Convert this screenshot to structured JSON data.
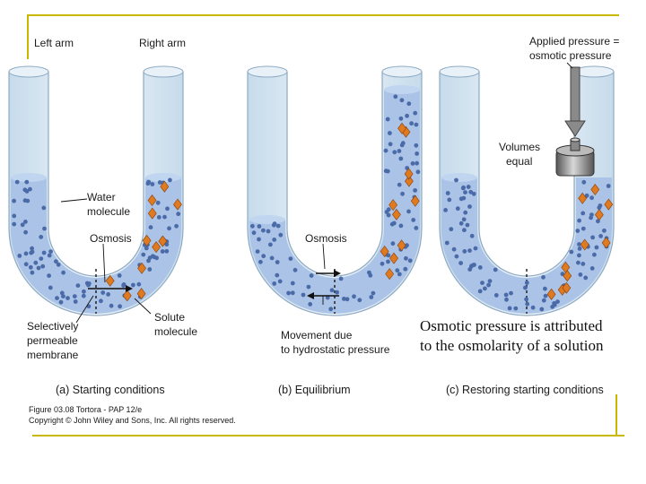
{
  "labels": {
    "left_arm": "Left arm",
    "right_arm": "Right arm",
    "applied_pressure_1": "Applied pressure =",
    "applied_pressure_2": "osmotic pressure",
    "volumes_equal_1": "Volumes",
    "volumes_equal_2": "equal",
    "water_molecule_1": "Water",
    "water_molecule_2": "molecule",
    "osmosis_a": "Osmosis",
    "osmosis_b": "Osmosis",
    "membrane_1": "Selectively",
    "membrane_2": "permeable",
    "membrane_3": "membrane",
    "solute_1": "Solute",
    "solute_2": "molecule",
    "movement_1": "Movement due",
    "movement_2": "to hydrostatic pressure"
  },
  "captions": {
    "a": "(a) Starting conditions",
    "b": "(b) Equilibrium",
    "c": "(c) Restoring starting conditions"
  },
  "credit": {
    "line1": "Figure 03.08  Tortora - PAP 12/e",
    "line2": "Copyright © John Wiley and Sons, Inc. All rights reserved."
  },
  "overlay_text": {
    "line1": "Osmotic pressure is attributed",
    "line2": "to the osmolarity of a solution"
  },
  "colors": {
    "water_fill": "#aac3e6",
    "water_dot": "#4a6aa8",
    "solute": "#e07a20",
    "tube_glass": "#dbe9f3",
    "frame_accent": "#c8b900"
  }
}
